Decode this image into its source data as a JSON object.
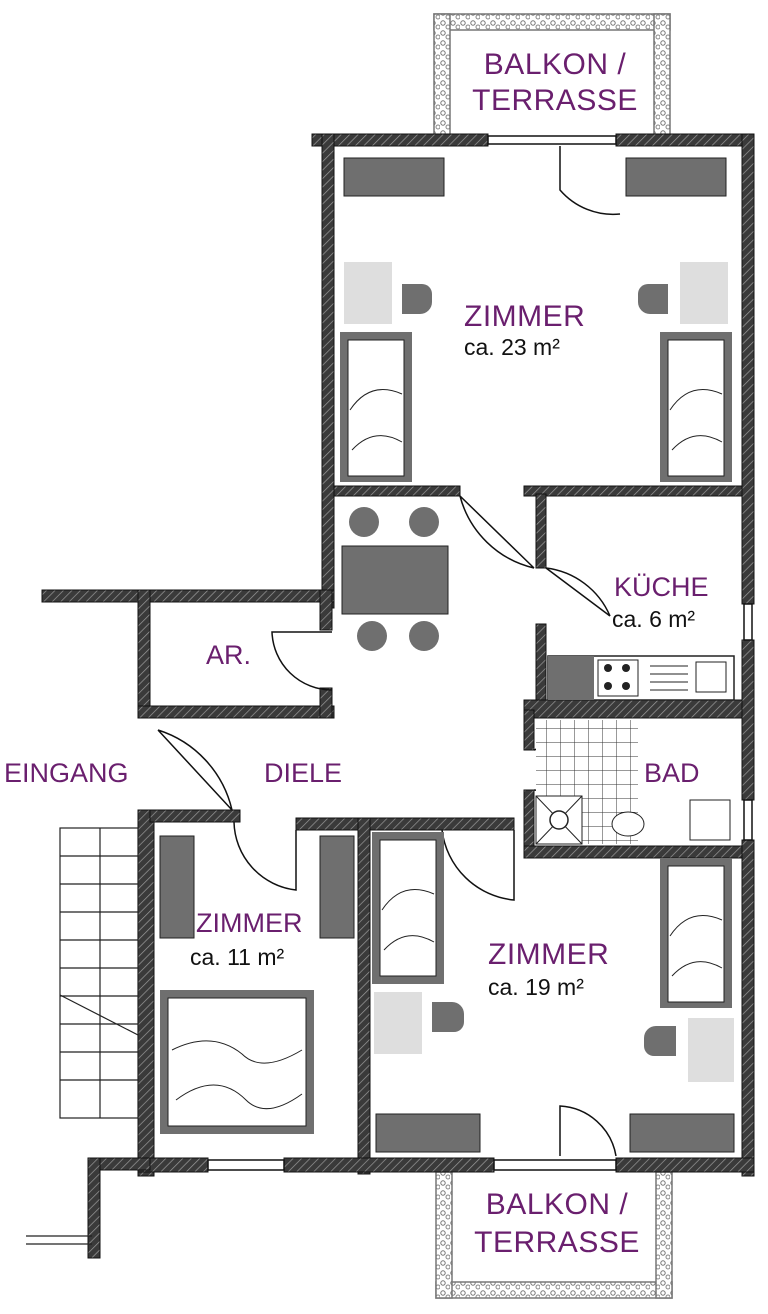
{
  "colors": {
    "label": "#6a1f6e",
    "wall": "#2a2a2a",
    "furniture": "#6f6f6f",
    "furniture_light": "#dedede",
    "railing": "#8a8a8a"
  },
  "rooms": {
    "balkon_top": {
      "line1": "BALKON /",
      "line2": "TERRASSE"
    },
    "zimmer_23": {
      "name": "ZIMMER",
      "area": "ca.  23 m²"
    },
    "kueche": {
      "name": "KÜCHE",
      "area": "ca. 6 m²"
    },
    "abstellraum": {
      "name": "AR."
    },
    "bad": {
      "name": "BAD"
    },
    "eingang": {
      "name": "EINGANG"
    },
    "diele": {
      "name": "DIELE"
    },
    "zimmer_11": {
      "name": "ZIMMER",
      "area": "ca. 11 m²"
    },
    "zimmer_19": {
      "name": "ZIMMER",
      "area": "ca. 19 m²"
    },
    "balkon_bottom": {
      "line1": "BALKON /",
      "line2": "TERRASSE"
    }
  }
}
